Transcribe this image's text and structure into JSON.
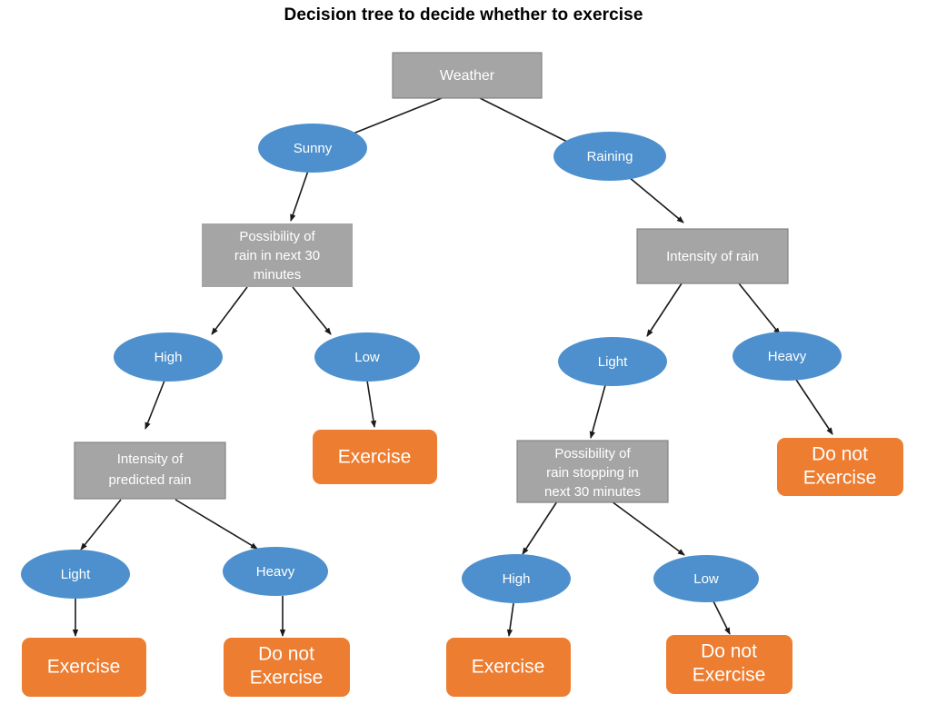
{
  "title": "Decision tree to decide whether to exercise",
  "colors": {
    "decision": "#a5a5a5",
    "decision_border": "#848484",
    "branch": "#4d90cd",
    "outcome": "#ed7d31",
    "text": "#ffffff",
    "edge": "#1a1a1a",
    "background": "#ffffff"
  },
  "nodes": {
    "root": {
      "label": "Weather",
      "type": "decision"
    },
    "sunny": {
      "label": "Sunny",
      "type": "branch"
    },
    "raining": {
      "label": "Raining",
      "type": "branch"
    },
    "possibility_rain": {
      "label_line1": "Possibility of",
      "label_line2": "rain in next 30",
      "label_line3": "minutes",
      "type": "decision"
    },
    "intensity_rain": {
      "label": "Intensity of rain",
      "type": "decision"
    },
    "sunny_high": {
      "label": "High",
      "type": "branch"
    },
    "sunny_low": {
      "label": "Low",
      "type": "branch"
    },
    "rain_light": {
      "label": "Light",
      "type": "branch"
    },
    "rain_heavy": {
      "label": "Heavy",
      "type": "branch"
    },
    "intensity_predicted": {
      "label_line1": "Intensity of",
      "label_line2": "predicted rain",
      "type": "decision"
    },
    "exercise_low": {
      "label": "Exercise",
      "type": "outcome"
    },
    "possibility_stopping": {
      "label_line1": "Possibility of",
      "label_line2": "rain stopping in",
      "label_line3": "next 30 minutes",
      "type": "decision"
    },
    "do_not_exercise_heavy": {
      "label_line1": "Do not",
      "label_line2": "Exercise",
      "type": "outcome"
    },
    "pred_light": {
      "label": "Light",
      "type": "branch"
    },
    "pred_heavy": {
      "label": "Heavy",
      "type": "branch"
    },
    "stop_high": {
      "label": "High",
      "type": "branch"
    },
    "stop_low": {
      "label": "Low",
      "type": "branch"
    },
    "exercise_pred_light": {
      "label": "Exercise",
      "type": "outcome"
    },
    "do_not_exercise_pred_heavy": {
      "label_line1": "Do not",
      "label_line2": "Exercise",
      "type": "outcome"
    },
    "exercise_stop_high": {
      "label": "Exercise",
      "type": "outcome"
    },
    "do_not_exercise_stop_low": {
      "label_line1": "Do not",
      "label_line2": "Exercise",
      "type": "outcome"
    }
  }
}
